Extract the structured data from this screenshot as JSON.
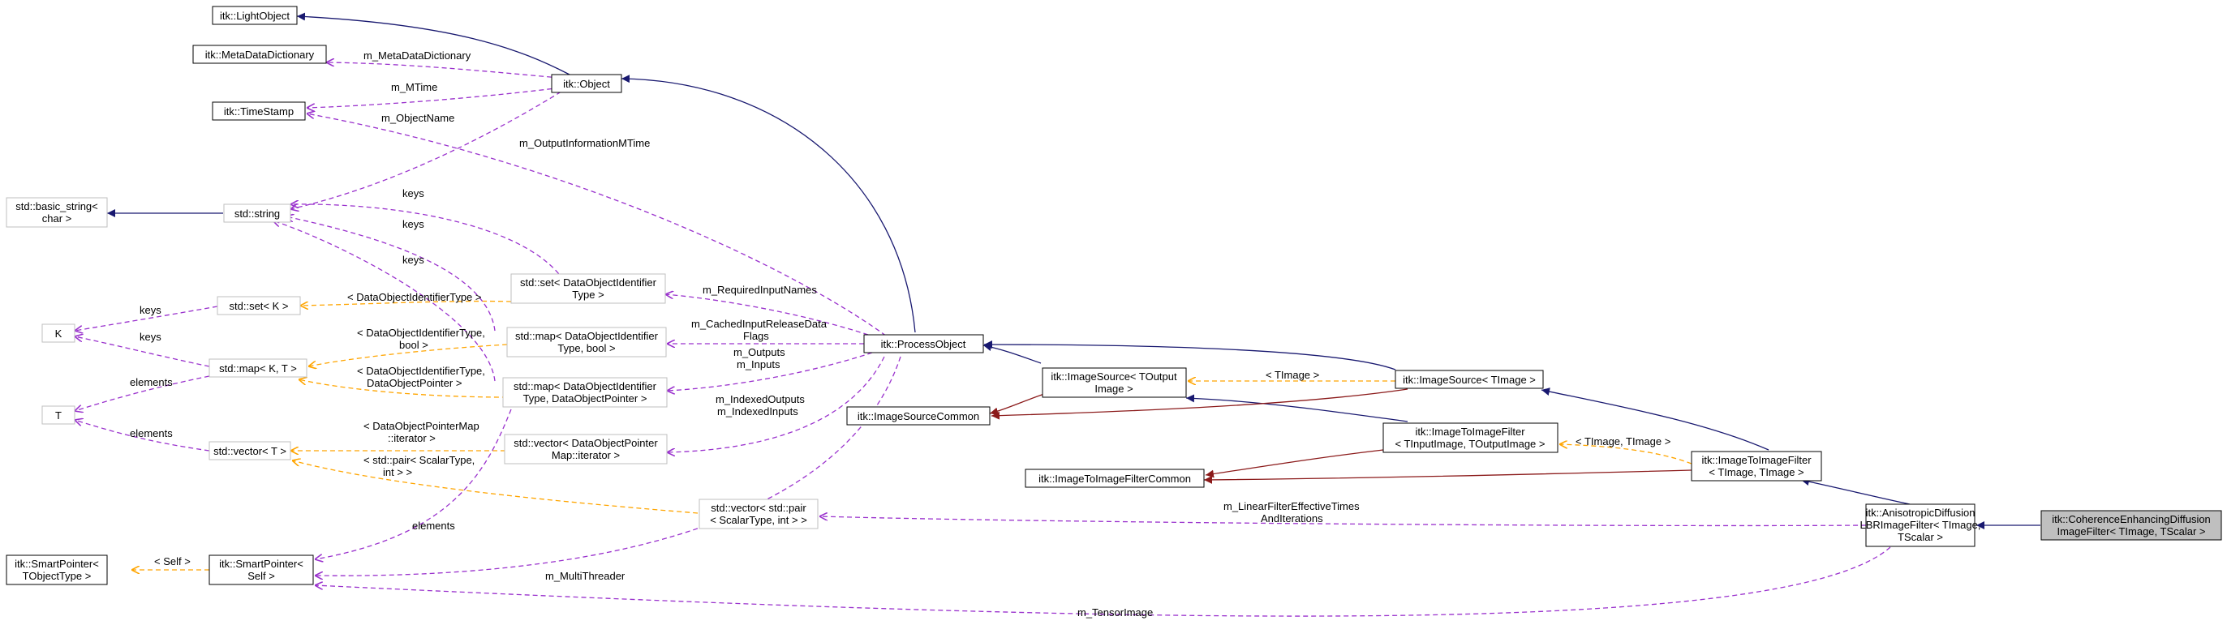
{
  "colors": {
    "inheritance": "#191970",
    "usage": "#9a32cd",
    "template": "#ffa500",
    "protected": "#8b1a1a",
    "node_border_documented": "#000000",
    "node_border_undocumented": "#bfbfbf",
    "highlight_fill": "#bfbfbf"
  },
  "nodes": {
    "lightobject": [
      "itk::LightObject"
    ],
    "metadatadictionary": [
      "itk::MetaDataDictionary"
    ],
    "timestamp": [
      "itk::TimeStamp"
    ],
    "object": [
      "itk::Object"
    ],
    "basic_string": [
      "std::basic_string<",
      "char >"
    ],
    "string": [
      "std::string"
    ],
    "set_k": [
      "std::set< K >"
    ],
    "k": [
      "K"
    ],
    "map_kt": [
      "std::map< K, T >"
    ],
    "t": [
      "T"
    ],
    "vector_t": [
      "std::vector< T >"
    ],
    "smartpointer_tobj": [
      "itk::SmartPointer<",
      "TObjectType >"
    ],
    "smartpointer_self": [
      "itk::SmartPointer<",
      "Self >"
    ],
    "set_doid": [
      "std::set< DataObjectIdentifier",
      "Type >"
    ],
    "map_doid_bool": [
      "std::map< DataObjectIdentifier",
      "Type, bool >"
    ],
    "map_doid_ptr": [
      "std::map< DataObjectIdentifier",
      "Type, DataObjectPointer >"
    ],
    "vector_dopm": [
      "std::vector< DataObjectPointer",
      "Map::iterator >"
    ],
    "vector_pair": [
      "std::vector< std::pair",
      "< ScalarType, int > >"
    ],
    "processobject": [
      "itk::ProcessObject"
    ],
    "imagesourcecommon": [
      "itk::ImageSourceCommon"
    ],
    "imagesource_tout": [
      "itk::ImageSource< TOutput",
      "Image >"
    ],
    "imagesource_timage": [
      "itk::ImageSource< TImage >"
    ],
    "itif_common": [
      "itk::ImageToImageFilterCommon"
    ],
    "itif_tin_tout": [
      "itk::ImageToImageFilter",
      "< TInputImage, TOutputImage >"
    ],
    "itif_timage": [
      "itk::ImageToImageFilter",
      "< TImage, TImage >"
    ],
    "anisotropic": [
      "itk::AnisotropicDiffusion",
      "LBRImageFilter< TImage,",
      "TScalar >"
    ],
    "coherence": [
      "itk::CoherenceEnhancingDiffusion",
      "ImageFilter< TImage, TScalar >"
    ]
  },
  "edge_labels": {
    "m_metadatadictionary": [
      "m_MetaDataDictionary"
    ],
    "m_mtime": [
      "m_MTime"
    ],
    "m_objectname": [
      "m_ObjectName"
    ],
    "m_outputinformationmtime": [
      "m_OutputInformationMTime"
    ],
    "keys_set": [
      "keys"
    ],
    "keys_map_bool": [
      "keys"
    ],
    "keys_map_ptr": [
      "keys"
    ],
    "keys_set_k": [
      "keys"
    ],
    "keys_map_kt": [
      "keys"
    ],
    "elements_map_kt": [
      "elements"
    ],
    "elements_vector": [
      "elements"
    ],
    "elements_smartptr": [
      "elements"
    ],
    "tpl_doid_type": [
      "< DataObjectIdentifierType >"
    ],
    "tpl_doid_bool": [
      "< DataObjectIdentifierType,",
      "bool >"
    ],
    "tpl_doid_ptr": [
      "< DataObjectIdentifierType,",
      "DataObjectPointer >"
    ],
    "tpl_dopm_iter": [
      "< DataObjectPointerMap",
      "::iterator >"
    ],
    "tpl_pair": [
      "< std::pair< ScalarType,",
      "int > >"
    ],
    "tpl_self": [
      "< Self >"
    ],
    "m_requiredinputnames": [
      "m_RequiredInputNames"
    ],
    "m_cachedinput": [
      "m_CachedInputReleaseData",
      "Flags"
    ],
    "m_outputs_inputs": [
      "m_Outputs",
      "m_Inputs"
    ],
    "m_indexed": [
      "m_IndexedOutputs",
      "m_IndexedInputs"
    ],
    "m_multithreader": [
      "m_MultiThreader"
    ],
    "tpl_timage": [
      "< TImage >"
    ],
    "tpl_timage_timage": [
      "< TImage, TImage >"
    ],
    "m_linearfilter": [
      "m_LinearFilterEffectiveTimes",
      "AndIterations"
    ],
    "m_tensorimage": [
      "m_TensorImage"
    ]
  }
}
